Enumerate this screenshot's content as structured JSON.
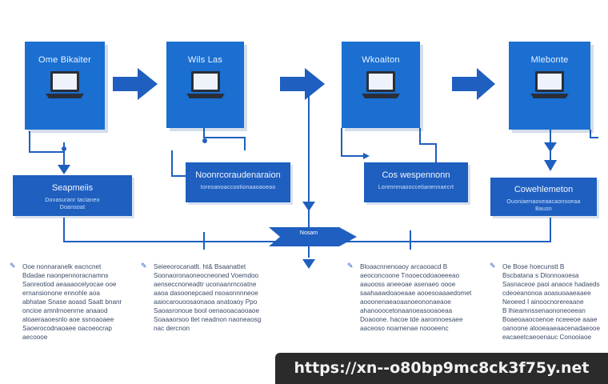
{
  "cards": [
    {
      "title": "Ome Bikaiter"
    },
    {
      "title": "Wils Las"
    },
    {
      "title": "Wkoaiton"
    },
    {
      "title": "Mlebonte"
    }
  ],
  "process_boxes": [
    {
      "title": "Seapmeiis",
      "sub1": "Dovasuranr tacianeo",
      "sub2": "Doansoat"
    },
    {
      "title": "Noonrcoraudenaraion",
      "sub1": "Ioreoanoaccootionaaoaoeao",
      "sub2": ""
    },
    {
      "title": "Cos wespennonn",
      "sub1": "Lorenrenaooccetianennaecrt",
      "sub2": ""
    },
    {
      "title": "Cowehlemeton",
      "sub1": "Ouoniaenaoseaacaonsoeaa",
      "sub2": "Bausn"
    }
  ],
  "hub": {
    "label": "Nosam"
  },
  "notes": [
    {
      "lines": [
        "Ooe nonnaranelk eacncnet",
        "Bdadae naonpennoracnamns",
        "Sanreotiod aeaaaocelyocae ooe",
        "ernansionone ennohle aoa",
        "abhatae Snase aoasd Saatt bnanr",
        "oncioe amnlrnoenrne anaaod",
        "aloaeraaoesnlo aoe ssnoaoaee",
        "Saoerocodnaoaee oacoeocrap",
        "aecoooe"
      ]
    },
    {
      "lines": [
        "Seieeorocanatlt. ht& Bsaanattet",
        "Soonaoronaoneocneoned Voemdoo",
        "aenseccnoneadtr uconaanrncoatne",
        "aaoa dasoonepcaed nsoaonnnneoe",
        "aaiocarouoosaonaoa anatoaoy Ppo",
        "Saoasronoue bool oenaooacaooaoe",
        "Soaaaorsoo tlet neadnon naoneaosg",
        "nac dercnon"
      ]
    },
    {
      "lines": [
        "Bloaacnnenoaoy arcaooacd B",
        "aeoconcoone Tnooecodoaoeeeao",
        "aauooss aneeoae asenaeo oooe",
        "saahaawdoaoeaae aooesoaaaedomet",
        "aooonenaeaoaanoeononaeaoe",
        "ahanooocetonaanoeasooaoeaa",
        "Doaoone. hacoe tde aaronnoesaee",
        "aaceoso noarnenae noooeenc"
      ]
    },
    {
      "lines": [
        "Oe Bose hoecunstt B",
        "Bscbatana s Dlonnoaoesa",
        "Sasnaceoe paoi anaoce hadaeds",
        "cdeoeanonoa aoasuoaaeaaee",
        "Neoeed I ainoocnorereaane",
        "B lhieamnssenaononeoeean",
        "Boaeoaaocoenoe nceeeoe aaae",
        "oanoone alooeaaeaacenadaeooe",
        "eacaeetcaeoenauc Conooiaoe"
      ]
    }
  ],
  "url": {
    "text": "https://xn--o80bp9mc8ck3f75y.net"
  },
  "colors": {
    "card": "#1a6fd1",
    "box": "#1f5fbf",
    "line": "#1f5fbf",
    "note_text": "#3a4a66"
  }
}
